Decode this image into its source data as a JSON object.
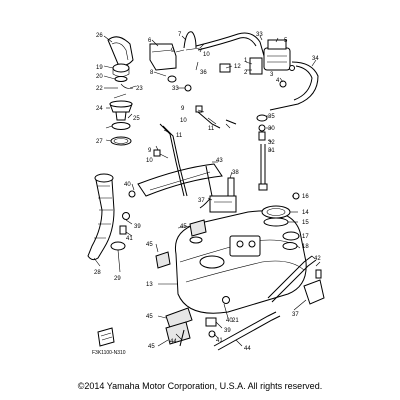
{
  "diagram": {
    "callouts": [
      {
        "id": "26",
        "text": "26"
      },
      {
        "id": "19",
        "text": "19"
      },
      {
        "id": "20",
        "text": "20"
      },
      {
        "id": "22",
        "text": "22"
      },
      {
        "id": "23",
        "text": "23"
      },
      {
        "id": "24",
        "text": "24"
      },
      {
        "id": "25",
        "text": "25"
      },
      {
        "id": "27",
        "text": "27"
      },
      {
        "id": "6",
        "text": "6"
      },
      {
        "id": "7",
        "text": "7"
      },
      {
        "id": "8",
        "text": "8"
      },
      {
        "id": "9a",
        "text": "9"
      },
      {
        "id": "10a",
        "text": "10"
      },
      {
        "id": "9b",
        "text": "9"
      },
      {
        "id": "10b",
        "text": "10"
      },
      {
        "id": "33a",
        "text": "33"
      },
      {
        "id": "12",
        "text": "12"
      },
      {
        "id": "11a",
        "text": "11"
      },
      {
        "id": "11b",
        "text": "11"
      },
      {
        "id": "10c",
        "text": "10"
      },
      {
        "id": "9c",
        "text": "9"
      },
      {
        "id": "36",
        "text": "36"
      },
      {
        "id": "33b",
        "text": "33"
      },
      {
        "id": "5",
        "text": "5"
      },
      {
        "id": "1",
        "text": "1"
      },
      {
        "id": "2",
        "text": "2"
      },
      {
        "id": "3",
        "text": "3"
      },
      {
        "id": "4",
        "text": "4"
      },
      {
        "id": "34",
        "text": "34"
      },
      {
        "id": "35",
        "text": "35"
      },
      {
        "id": "30",
        "text": "30"
      },
      {
        "id": "32",
        "text": "32"
      },
      {
        "id": "31",
        "text": "31"
      },
      {
        "id": "43",
        "text": "43"
      },
      {
        "id": "40a",
        "text": "40"
      },
      {
        "id": "38",
        "text": "38"
      },
      {
        "id": "37a",
        "text": "37"
      },
      {
        "id": "39a",
        "text": "39"
      },
      {
        "id": "41a",
        "text": "41"
      },
      {
        "id": "16",
        "text": "16"
      },
      {
        "id": "14",
        "text": "14"
      },
      {
        "id": "15",
        "text": "15"
      },
      {
        "id": "17",
        "text": "17"
      },
      {
        "id": "18",
        "text": "18"
      },
      {
        "id": "42",
        "text": "42"
      },
      {
        "id": "45a",
        "text": "45"
      },
      {
        "id": "45b",
        "text": "45"
      },
      {
        "id": "28",
        "text": "28"
      },
      {
        "id": "29",
        "text": "29"
      },
      {
        "id": "13",
        "text": "13"
      },
      {
        "id": "45c",
        "text": "45"
      },
      {
        "id": "44a",
        "text": "44"
      },
      {
        "id": "45d",
        "text": "45"
      },
      {
        "id": "40b",
        "text": "40"
      },
      {
        "id": "39b",
        "text": "39"
      },
      {
        "id": "41b",
        "text": "41"
      },
      {
        "id": "21",
        "text": "21"
      },
      {
        "id": "44b",
        "text": "44"
      },
      {
        "id": "37b",
        "text": "37"
      }
    ],
    "drawing_code": "F3K1100-N310"
  },
  "footer": {
    "copyright": "©2014 Yamaha Motor Corporation, U.S.A. All rights reserved."
  }
}
